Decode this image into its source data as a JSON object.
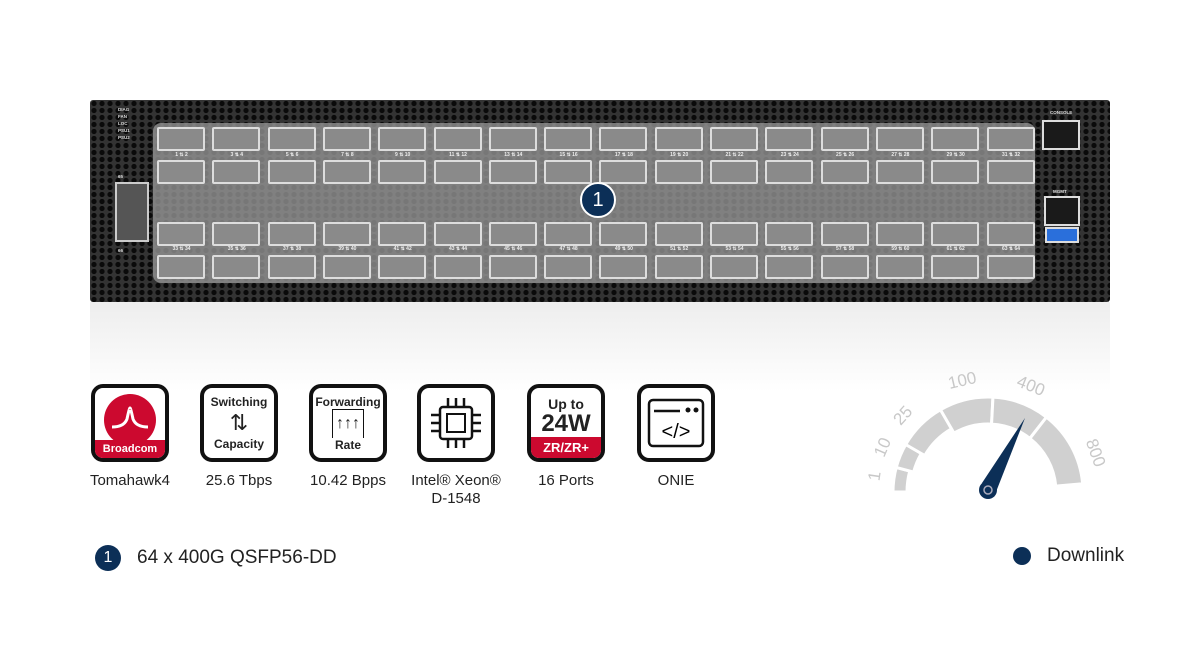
{
  "device": {
    "status_leds": [
      "DIAG",
      "FAN",
      "LOC",
      "PSU1",
      "PSU2"
    ],
    "sfp_labels": [
      "65",
      "66"
    ],
    "console_label": "CONSOLE",
    "mgmt_label": "MGMT",
    "usb_icon": "usb-icon",
    "top_port_labels": [
      "1 ⇅ 2",
      "3 ⇅ 4",
      "5 ⇅ 6",
      "7 ⇅ 8",
      "9 ⇅ 10",
      "11 ⇅ 12",
      "13 ⇅ 14",
      "15 ⇅ 16",
      "17 ⇅ 18",
      "19 ⇅ 20",
      "21 ⇅ 22",
      "23 ⇅ 24",
      "25 ⇅ 26",
      "27 ⇅ 28",
      "29 ⇅ 30",
      "31 ⇅ 32"
    ],
    "bottom_port_labels": [
      "33 ⇅ 34",
      "35 ⇅ 36",
      "37 ⇅ 38",
      "39 ⇅ 40",
      "41 ⇅ 42",
      "43 ⇅ 44",
      "45 ⇅ 46",
      "47 ⇅ 48",
      "49 ⇅ 50",
      "51 ⇅ 52",
      "53 ⇅ 54",
      "55 ⇅ 56",
      "57 ⇅ 58",
      "59 ⇅ 60",
      "61 ⇅ 62",
      "63 ⇅ 64"
    ],
    "callout": "1"
  },
  "features": [
    {
      "badge": "Broadcom",
      "caption": "Tomahawk4",
      "icon": "broadcom-logo"
    },
    {
      "top": "Switching",
      "bottom": "Capacity",
      "caption": "25.6 Tbps",
      "icon": "switching-arrows-icon"
    },
    {
      "top": "Forwarding",
      "bottom": "Rate",
      "caption": "10.42 Bpps",
      "icon": "forwarding-arrows-icon"
    },
    {
      "caption": "Intel® Xeon®",
      "caption2": "D-1548",
      "icon": "cpu-chip-icon"
    },
    {
      "top": "Up to",
      "mid": "24W",
      "bottom": "ZR/ZR+",
      "caption": "16 Ports",
      "icon": "power-badge"
    },
    {
      "caption": "ONIE",
      "icon": "code-window-icon"
    }
  ],
  "gauge": {
    "ticks": [
      "1",
      "10",
      "25",
      "100",
      "400",
      "800"
    ],
    "value": "400",
    "needle_color": "#0c2f57"
  },
  "legend": {
    "callout_num": "1",
    "callout_text": "64 x 400G QSFP56-DD",
    "downlink": "Downlink"
  },
  "colors": {
    "accent": "#0c2f57",
    "broadcom": "#cc092f"
  }
}
